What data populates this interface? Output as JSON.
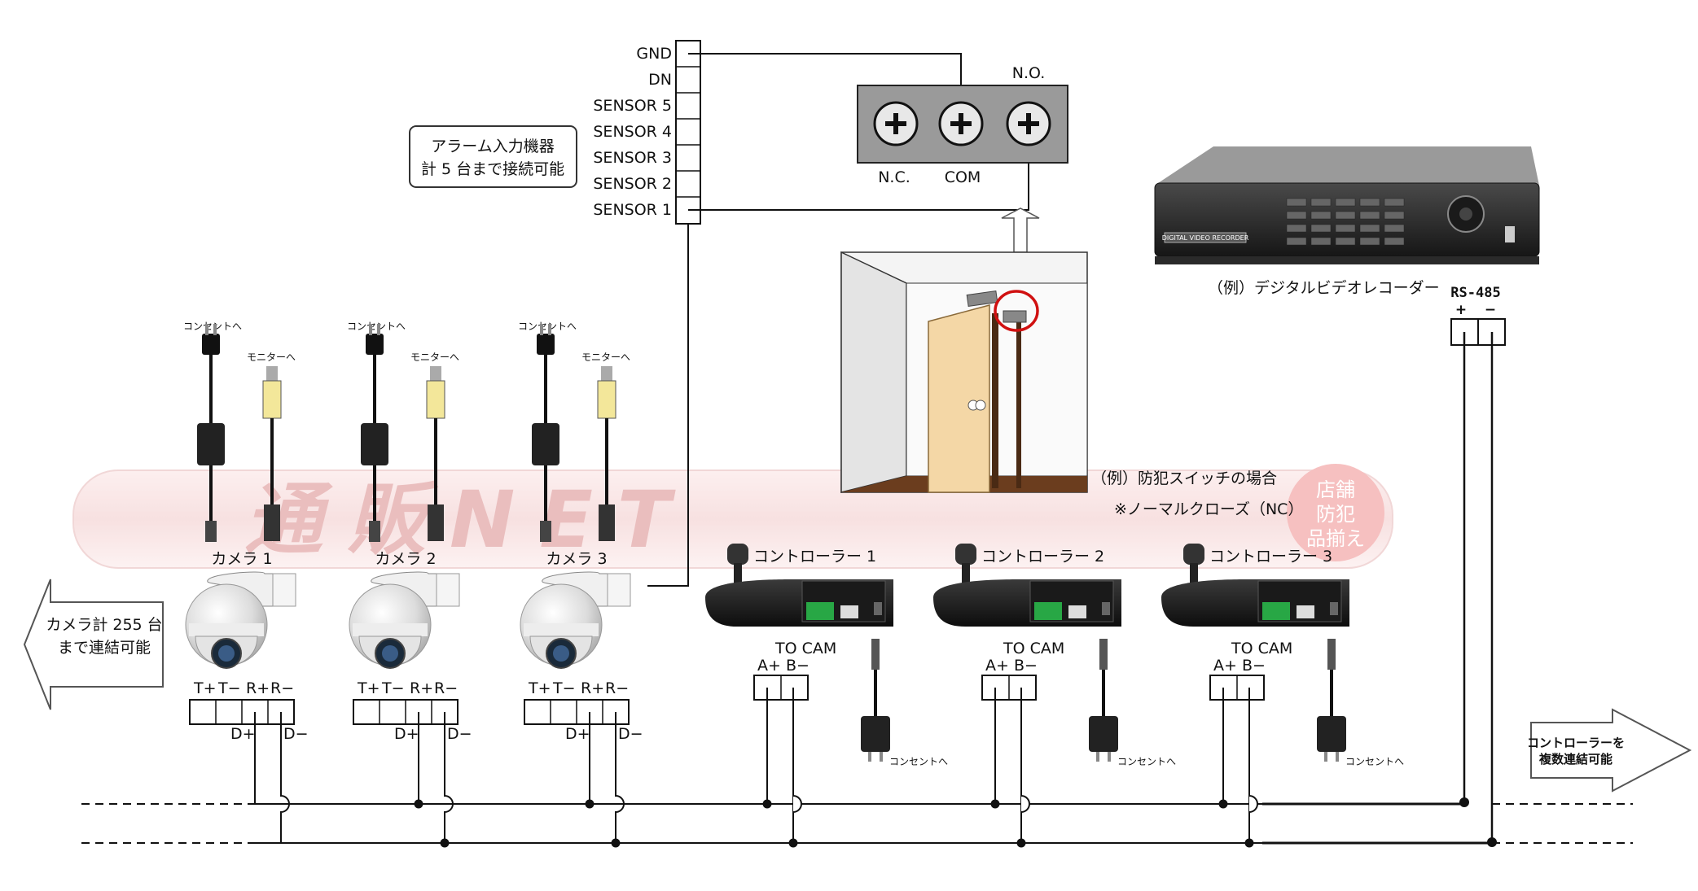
{
  "sensor_block": {
    "terminals": [
      "GND",
      "DN",
      "SENSOR 5",
      "SENSOR 4",
      "SENSOR 3",
      "SENSOR 2",
      "SENSOR 1"
    ],
    "note_line1": "アラーム入力機器",
    "note_line2": "計 5 台まで接続可能"
  },
  "switch_terminal": {
    "labels": [
      "N.C.",
      "COM",
      "N.O."
    ]
  },
  "door_example": {
    "line1": "（例）防犯スイッチの場合",
    "line2": "※ノーマルクローズ（NC）"
  },
  "dvr": {
    "caption": "（例）デジタルビデオレコーダー",
    "panel_label": "DIGITAL VIDEO RECORDER",
    "bus_label": "RS-485",
    "plus": "+",
    "minus": "−"
  },
  "watermark": "通販NET",
  "stamp": [
    "店舗",
    "防犯",
    "品揃え"
  ],
  "cameras": [
    {
      "name": "カメラ 1",
      "power": "コンセントへ",
      "video": "モニターへ",
      "pins": [
        "T+",
        "T−",
        "R+",
        "R−"
      ],
      "d_plus": "D+",
      "d_minus": "D−"
    },
    {
      "name": "カメラ 2",
      "power": "コンセントへ",
      "video": "モニターへ",
      "pins": [
        "T+",
        "T−",
        "R+",
        "R−"
      ],
      "d_plus": "D+",
      "d_minus": "D−"
    },
    {
      "name": "カメラ 3",
      "power": "コンセントへ",
      "video": "モニターへ",
      "pins": [
        "T+",
        "T−",
        "R+",
        "R−"
      ],
      "d_plus": "D+",
      "d_minus": "D−"
    }
  ],
  "controllers": [
    {
      "name": "コントローラー 1",
      "to_cam": "TO CAM",
      "a": "A+",
      "b": "B−",
      "power": "コンセントへ"
    },
    {
      "name": "コントローラー 2",
      "to_cam": "TO CAM",
      "a": "A+",
      "b": "B−",
      "power": "コンセントへ"
    },
    {
      "name": "コントローラー 3",
      "to_cam": "TO CAM",
      "a": "A+",
      "b": "B−",
      "power": "コンセントへ"
    }
  ],
  "left_arrow": {
    "line1": "カメラ計 255 台",
    "line2": "まで連結可能"
  },
  "right_arrow": {
    "line1": "コントローラーを",
    "line2": "複数連結可能"
  }
}
